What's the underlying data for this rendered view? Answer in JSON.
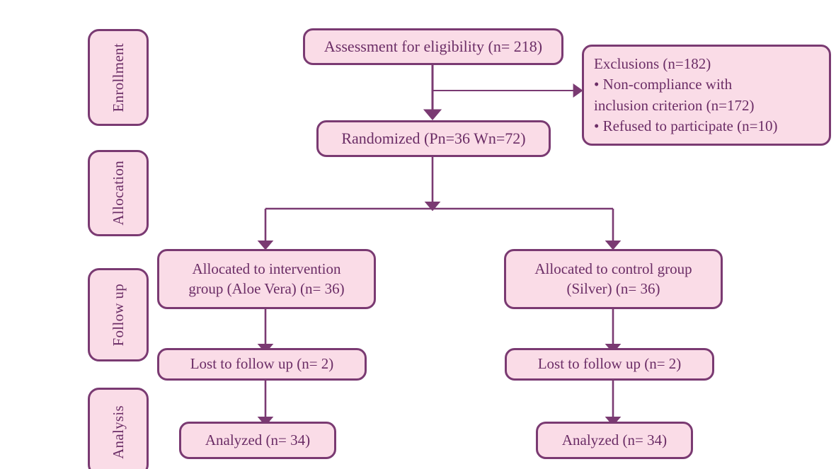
{
  "diagram": {
    "title": "CONSORT participant flow diagram",
    "colors": {
      "box_fill": "#fadce7",
      "box_border": "#7a3a72",
      "text": "#6b2d66",
      "connector": "#7a3a72",
      "background": "#ffffff"
    }
  },
  "stages": [
    {
      "label": "Enrollment"
    },
    {
      "label": "Allocation"
    },
    {
      "label": "Follow up"
    },
    {
      "label": "Analysis"
    }
  ],
  "nodes": {
    "assessment": {
      "text": "Assessment for eligibility (n= 218)"
    },
    "exclusions": {
      "text": "Exclusions (n=182)\n• Non-compliance with\ninclusion criterion (n=172)\n• Refused to participate (n=10)"
    },
    "randomized": {
      "text": "Randomized (Pn=36 Wn=72)"
    },
    "allocated_intervention": {
      "text": "Allocated to intervention\ngroup (Aloe Vera) (n= 36)"
    },
    "allocated_control": {
      "text": "Allocated to control group\n(Silver) (n= 36)"
    },
    "lost_intervention": {
      "text": "Lost to follow up (n= 2)"
    },
    "lost_control": {
      "text": "Lost to follow up (n= 2)"
    },
    "analyzed_intervention": {
      "text": "Analyzed (n= 34)"
    },
    "analyzed_control": {
      "text": "Analyzed (n= 34)"
    }
  },
  "flow_data": {
    "assessed_for_eligibility": 218,
    "excluded_total": 182,
    "excluded_non_compliance": 172,
    "excluded_refused": 10,
    "randomized_patients": 36,
    "randomized_wounds": 72,
    "intervention_allocated": 36,
    "control_allocated": 36,
    "intervention_lost": 2,
    "control_lost": 2,
    "intervention_analyzed": 34,
    "control_analyzed": 34
  }
}
